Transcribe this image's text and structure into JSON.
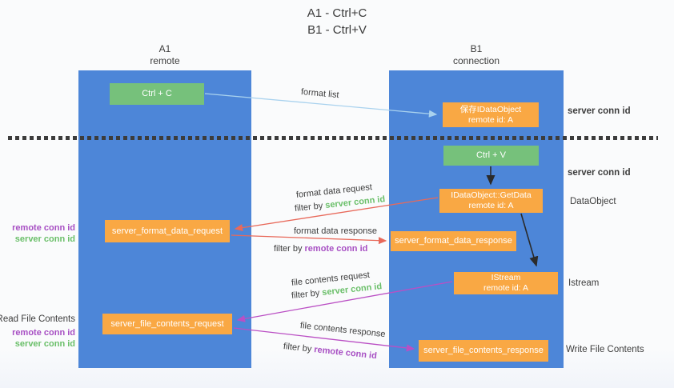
{
  "title": {
    "line1": "A1 - Ctrl+C",
    "line2": "B1 - Ctrl+V"
  },
  "lane_a": {
    "name": "A1",
    "role": "remote"
  },
  "lane_b": {
    "name": "B1",
    "role": "connection"
  },
  "boxes": {
    "ctrl_c": "Ctrl + C",
    "ctrl_v": "Ctrl + V",
    "save_dataobject": {
      "line1": "保存IDataObject",
      "line2": "remote id: A"
    },
    "getdata": {
      "line1": "IDataObject::GetData",
      "line2": "remote id: A"
    },
    "istream": {
      "line1": "IStream",
      "line2": "remote id: A"
    },
    "format_request": "server_format_data_request",
    "format_response": "server_format_data_response",
    "file_request": "server_file_contents_request",
    "file_response": "server_file_contents_response"
  },
  "flow_labels": {
    "format_list": "format list",
    "format_data_request": "format data request",
    "format_data_request_filter": {
      "prefix": "filter by ",
      "value": "server conn id"
    },
    "format_data_response": "format data response",
    "format_data_response_filter": {
      "prefix": "filter by ",
      "value": "remote conn id"
    },
    "file_contents_request": "file contents request",
    "file_contents_request_filter": {
      "prefix": "filter by ",
      "value": "server conn id"
    },
    "file_contents_response": "file contents response",
    "file_contents_response_filter": {
      "prefix": "filter by ",
      "value": "remote conn id"
    }
  },
  "annotations": {
    "right_server_conn_id_1": "server conn id",
    "right_server_conn_id_2": "server conn id",
    "dataobject": "DataObject",
    "istream": "Istream",
    "write_file_contents": "Write File Contents",
    "read_file_contents": "Read File Contents",
    "left_group1": {
      "remote": "remote conn id",
      "server": "server conn id"
    },
    "left_group2": {
      "remote": "remote conn id",
      "server": "server conn id"
    }
  },
  "colors": {
    "lane_blue": "#4d86d8",
    "box_green": "#76c17b",
    "box_orange": "#f9a844",
    "arrow_blue": "#a9d2ee",
    "arrow_red": "#e8695a",
    "arrow_magenta": "#ba4fc4",
    "arrow_black": "#2b2b2b",
    "label_green": "#6abf69",
    "label_purple": "#a74fc3"
  }
}
